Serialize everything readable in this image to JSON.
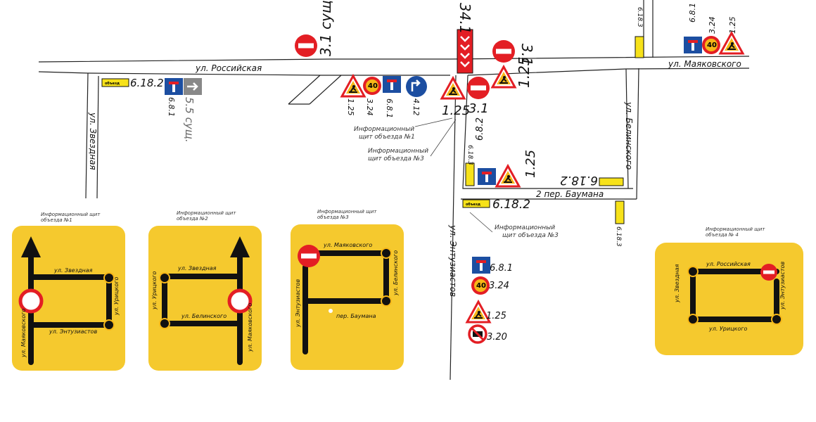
{
  "streets": {
    "rossiyskaya": "ул. Российская",
    "mayakovskogo": "ул. Маяковского",
    "zvezdnaya": "ул. Звездная",
    "belinskogo": "ул. Белинского",
    "entuziastov": "ул. Энтузиастов",
    "baumana": "2 пер. Баумана"
  },
  "sign_codes": {
    "c_3_1_top": "3.1 сущ.",
    "c_34_1": "34.1",
    "c_3_1_right": "3.1",
    "c_1_25_right": "1.25",
    "c_6_18_3_top": "6.18.3",
    "c_6_8_1_tr": "6.8.1",
    "c_3_24_tr": "3.24",
    "c_1_25_tr": "1.25",
    "c_6_18_2_left": "6.18.2",
    "c_6_8_1_left": "6.8.1",
    "c_5_5": "5.5 сущ.",
    "c_1_25_a": "1.25",
    "c_3_24_a": "3.24",
    "c_6_8_1_a": "6.8.1",
    "c_4_12": "4.12",
    "c_1_25_b": "1.25",
    "c_3_1_b": "3.1",
    "c_6_18_3_mid": "6.18.3",
    "c_6_8_2": "6.8.2",
    "c_1_25_mid": "1.25",
    "c_6_18_2_mid": "6.18.2",
    "c_6_18_2_low": "6.18.2",
    "c_6_18_3_right": "6.18.3",
    "c_6_8_1_legend": "6.8.1",
    "c_3_24_legend": "3.24",
    "c_1_25_legend": "1.25",
    "c_3_20_legend": "3.20",
    "speed": "40",
    "obezd": "объезд"
  },
  "notes": {
    "n1": [
      "Информационный",
      "щит объезда №1"
    ],
    "n3a": [
      "Информационный",
      "щит объезда №3"
    ],
    "n3b": [
      "Информационный",
      "щит объезда №3"
    ]
  },
  "panels": [
    {
      "title": [
        "Информационный щит",
        "объезда №1"
      ],
      "streets": [
        "ул. Звездная",
        "ул. Урицкого",
        "ул. Энтузиастов",
        "ул. Маяковского"
      ]
    },
    {
      "title": [
        "Информационный щит",
        "объезда №2"
      ],
      "streets": [
        "ул. Звездная",
        "ул. Урицкого",
        "ул. Белинского",
        "ул. Маяковского"
      ]
    },
    {
      "title": [
        "Информационный щит",
        "объезда №3"
      ],
      "streets": [
        "ул. Маяковского",
        "ул. Белинского",
        "ул. Энтузиастов",
        "пер. Баумана"
      ]
    },
    {
      "title": [
        "Информационный щит",
        "объезда № 4"
      ],
      "streets": [
        "ул. Российская",
        "ул. Звездная",
        "ул. Энтузиастов",
        "ул. Урицкого"
      ]
    }
  ],
  "colors": {
    "panel_yellow": "#f5c92e",
    "road_black": "#111111",
    "sign_red": "#e31e24",
    "sign_blue": "#1c4ea1",
    "sign_yellow": "#f7b718"
  }
}
